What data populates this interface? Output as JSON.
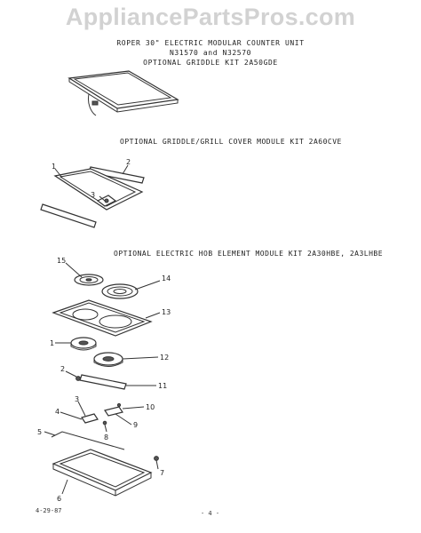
{
  "watermark": "AppliancePartsPros.com",
  "header": {
    "line1": "ROPER 30\" ELECTRIC MODULAR COUNTER UNIT",
    "line2": "N31570 and N32570",
    "line3": "OPTIONAL GRIDDLE KIT 2A50GDE"
  },
  "sections": {
    "cover_title": "OPTIONAL GRIDDLE/GRILL COVER MODULE KIT 2A60CVE",
    "hob_title": "OPTIONAL ELECTRIC HOB ELEMENT MODULE KIT 2A30HBE, 2A3LHBE"
  },
  "callouts": {
    "cover": [
      "1",
      "2",
      "3"
    ],
    "hob": [
      "15",
      "14",
      "13",
      "1",
      "12",
      "2",
      "11",
      "3",
      "10",
      "4",
      "9",
      "5",
      "8",
      "7",
      "6"
    ]
  },
  "footer": {
    "date": "4-29-87",
    "page": "- 4 -"
  }
}
